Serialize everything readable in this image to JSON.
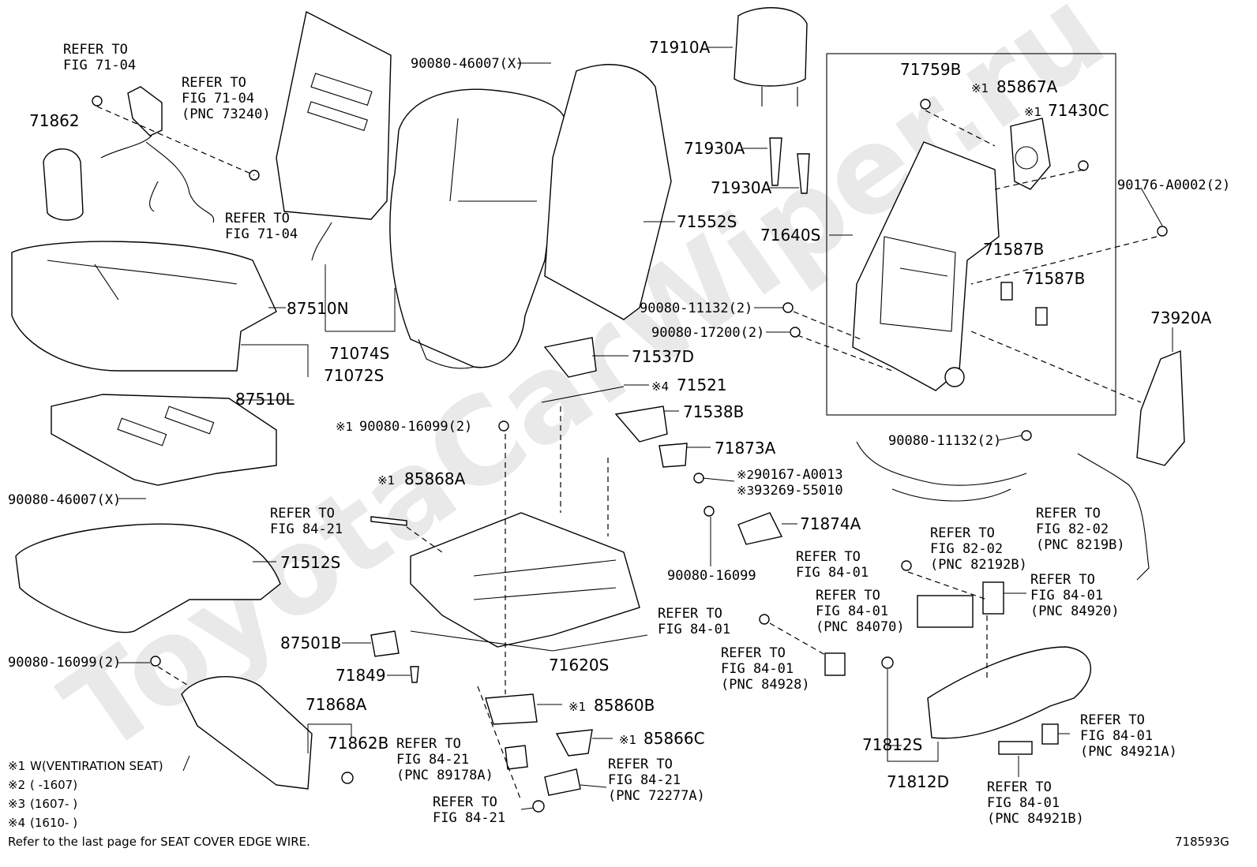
{
  "watermark": "ToyotaCarWiper.ru",
  "diagram_id": "718593G",
  "footer_note": "Refer to the last page for SEAT COVER EDGE WIRE.",
  "legend": [
    {
      "mark": "※1",
      "text": "W(VENTIRATION SEAT)"
    },
    {
      "mark": "※2",
      "text": "(      -1607)"
    },
    {
      "mark": "※3",
      "text": "(1607-      )"
    },
    {
      "mark": "※4",
      "text": "(1610-    )"
    }
  ],
  "labels": {
    "refer_7104_a_1": "REFER TO",
    "refer_7104_a_2": "FIG 71-04",
    "refer_7104_b_1": "REFER TO",
    "refer_7104_b_2": "FIG 71-04",
    "refer_7104_b_3": "(PNC 73240)",
    "refer_7104_c_1": "REFER TO",
    "refer_7104_c_2": "FIG 71-04",
    "p71862": "71862",
    "p90080_46007_top": "90080-46007(X)",
    "p71910A": "71910A",
    "p71930A_1": "71930A",
    "p71930A_2": "71930A",
    "p71552S": "71552S",
    "p71759B": "71759B",
    "p85867A_mark": "※1",
    "p85867A": "85867A",
    "p71430C_mark": "※1",
    "p71430C": "71430C",
    "p90176": "90176-A0002(2)",
    "p71640S": "71640S",
    "p71587B_1": "71587B",
    "p71587B_2": "71587B",
    "p73920A": "73920A",
    "p90080_11132_a": "90080-11132(2)",
    "p90080_17200": "90080-17200(2)",
    "p87510N": "87510N",
    "p71074S": "71074S",
    "p71072S": "71072S",
    "p87510L": "87510L",
    "p71537D": "71537D",
    "p71521_mark": "※4",
    "p71521": "71521",
    "p71538B": "71538B",
    "p90080_16099_a_mark": "※1",
    "p90080_16099_a": "90080-16099(2)",
    "p71873A": "71873A",
    "p85868A_mark": "※1",
    "p85868A": "85868A",
    "p90167_mark": "※2",
    "p90167": "90167-A0013",
    "p93269_mark": "※3",
    "p93269": "93269-55010",
    "p90080_11132_b": "90080-11132(2)",
    "p90080_46007_left": "90080-46007(X)",
    "refer_8421_a_1": "REFER TO",
    "refer_8421_a_2": "FIG 84-21",
    "p71874A": "71874A",
    "p90080_16099_b": "90080-16099",
    "refer_8202_a_1": "REFER TO",
    "refer_8202_a_2": "FIG 82-02",
    "refer_8202_a_3": "(PNC 82192B)",
    "refer_8202_b_1": "REFER TO",
    "refer_8202_b_2": "FIG 82-02",
    "refer_8202_b_3": "(PNC 8219B)",
    "p71512S": "71512S",
    "refer_8401_a_1": "REFER TO",
    "refer_8401_a_2": "FIG 84-01",
    "refer_8401_b_1": "REFER TO",
    "refer_8401_b_2": "FIG 84-01",
    "refer_8401_b_3": "(PNC 84070)",
    "refer_8401_c_1": "REFER TO",
    "refer_8401_c_2": "FIG 84-01",
    "refer_8401_c_3": "(PNC 84920)",
    "refer_8401_d_1": "REFER TO",
    "refer_8401_d_2": "FIG 84-01",
    "refer_8401_e_1": "REFER TO",
    "refer_8401_e_2": "FIG 84-01",
    "refer_8401_e_3": "(PNC 84928)",
    "p87501B": "87501B",
    "p71620S": "71620S",
    "p90080_16099_c": "90080-16099(2)",
    "p71849": "71849",
    "p85860B_mark": "※1",
    "p85860B": "85860B",
    "p71868A": "71868A",
    "p71862B": "71862B",
    "p85866C_mark": "※1",
    "p85866C": "85866C",
    "refer_8421_b_1": "REFER TO",
    "refer_8421_b_2": "FIG 84-21",
    "refer_8421_b_3": "(PNC 89178A)",
    "refer_8421_c_1": "REFER TO",
    "refer_8421_c_2": "FIG 84-21",
    "refer_8421_c_3": "(PNC 72277A)",
    "refer_8421_d_1": "REFER TO",
    "refer_8421_d_2": "FIG 84-21",
    "p71812S": "71812S",
    "p71812D": "71812D",
    "refer_8401_f_1": "REFER TO",
    "refer_8401_f_2": "FIG 84-01",
    "refer_8401_f_3": "(PNC 84921A)",
    "refer_8401_g_1": "REFER TO",
    "refer_8401_g_2": "FIG 84-01",
    "refer_8401_g_3": "(PNC 84921B)"
  }
}
